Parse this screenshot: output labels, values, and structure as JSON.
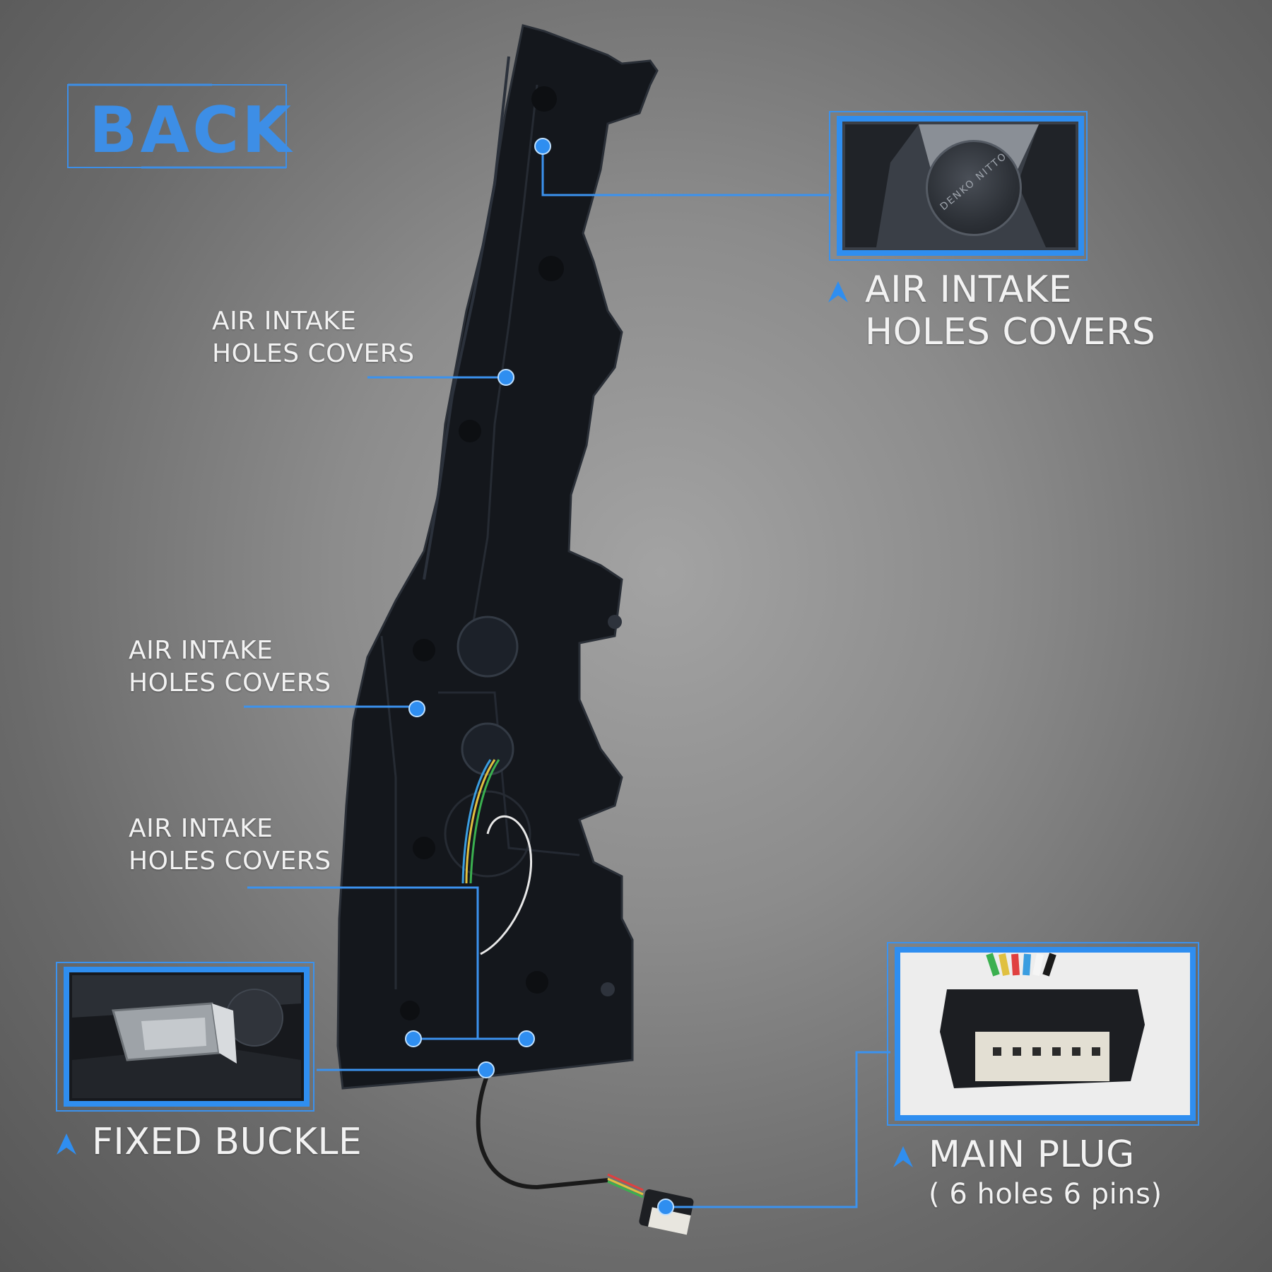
{
  "title": "BACK",
  "labels": {
    "air_intake_1_line1": "AIR INTAKE",
    "air_intake_1_line2": "HOLES COVERS",
    "air_intake_2_line1": "AIR INTAKE",
    "air_intake_2_line2": "HOLES COVERS",
    "air_intake_3_line1": "AIR INTAKE",
    "air_intake_3_line2": "HOLES COVERS",
    "air_intake_main_line1": "AIR INTAKE",
    "air_intake_main_line2": "HOLES COVERS",
    "fixed_buckle": "FIXED BUCKLE",
    "main_plug": "MAIN PLUG",
    "main_plug_sub": "( 6 holes 6 pins)"
  },
  "inset_texts": {
    "cap_brand": "DENKO NITTO"
  },
  "colors": {
    "accent": "#2f8ef0",
    "label_text": "#f2f2f2",
    "part_body": "#15181d"
  },
  "icons": [
    "chevron-up-icon",
    "connector-icon",
    "clip-icon",
    "cap-icon"
  ]
}
